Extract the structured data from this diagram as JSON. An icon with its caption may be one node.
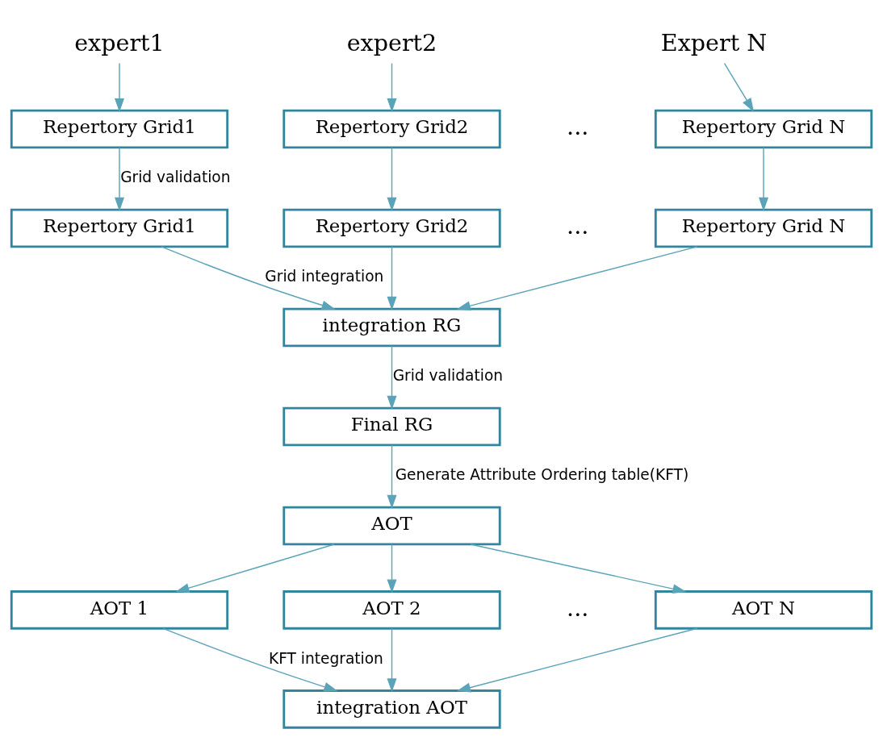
{
  "diagram": {
    "nodes": [
      {
        "text": [
          "expert1"
        ]
      },
      {
        "text": [
          "expert2"
        ]
      },
      {
        "text": [
          "Expert N"
        ]
      },
      {
        "text": [
          "Repertory Grid1"
        ]
      },
      {
        "text": [
          "Repertory Grid2"
        ]
      },
      {
        "text": [
          "Repertory Grid N"
        ]
      },
      {
        "text": [
          "Repertory Grid1"
        ]
      },
      {
        "text": [
          "Repertory Grid2"
        ]
      },
      {
        "text": [
          "Repertory Grid N"
        ]
      },
      {
        "text": [
          "integration RG"
        ]
      },
      {
        "text": [
          "Final RG"
        ]
      },
      {
        "text": [
          "AOT"
        ]
      },
      {
        "text": [
          "AOT 1"
        ]
      },
      {
        "text": [
          "AOT 2"
        ]
      },
      {
        "text": [
          "AOT N"
        ]
      },
      {
        "text": [
          "integration AOT"
        ]
      }
    ],
    "edges": [
      {
        "from": 0,
        "to": 3,
        "arrow": "to"
      },
      {
        "from": 1,
        "to": 4,
        "arrow": "to"
      },
      {
        "from": 2,
        "to": 5,
        "arrow": "to"
      },
      {
        "from": 3,
        "to": 6,
        "arrow": "to",
        "label": "Grid validation"
      },
      {
        "from": 4,
        "to": 7,
        "arrow": "to"
      },
      {
        "from": 5,
        "to": 8,
        "arrow": "to"
      },
      {
        "from": 6,
        "to": 9,
        "arrow": "to",
        "label": "Grid integration"
      },
      {
        "from": 7,
        "to": 9,
        "arrow": "to"
      },
      {
        "from": 8,
        "to": 9,
        "arrow": "to"
      },
      {
        "from": 9,
        "to": 10,
        "arrow": "to",
        "label": "Grid validation"
      },
      {
        "from": 10,
        "to": 11,
        "arrow": "to",
        "label": "Generate Attribute Ordering table(KFT)"
      },
      {
        "from": 11,
        "to": 12,
        "arrow": "to"
      },
      {
        "from": 11,
        "to": 13,
        "arrow": "to"
      },
      {
        "from": 11,
        "to": 14,
        "arrow": "to"
      },
      {
        "from": 12,
        "to": 15,
        "arrow": "to",
        "label": "KFT integration"
      },
      {
        "from": 13,
        "to": 15,
        "arrow": "to"
      },
      {
        "from": 14,
        "to": 15,
        "arrow": "to"
      }
    ],
    "labels": [
      "...",
      "...",
      "..."
    ]
  }
}
